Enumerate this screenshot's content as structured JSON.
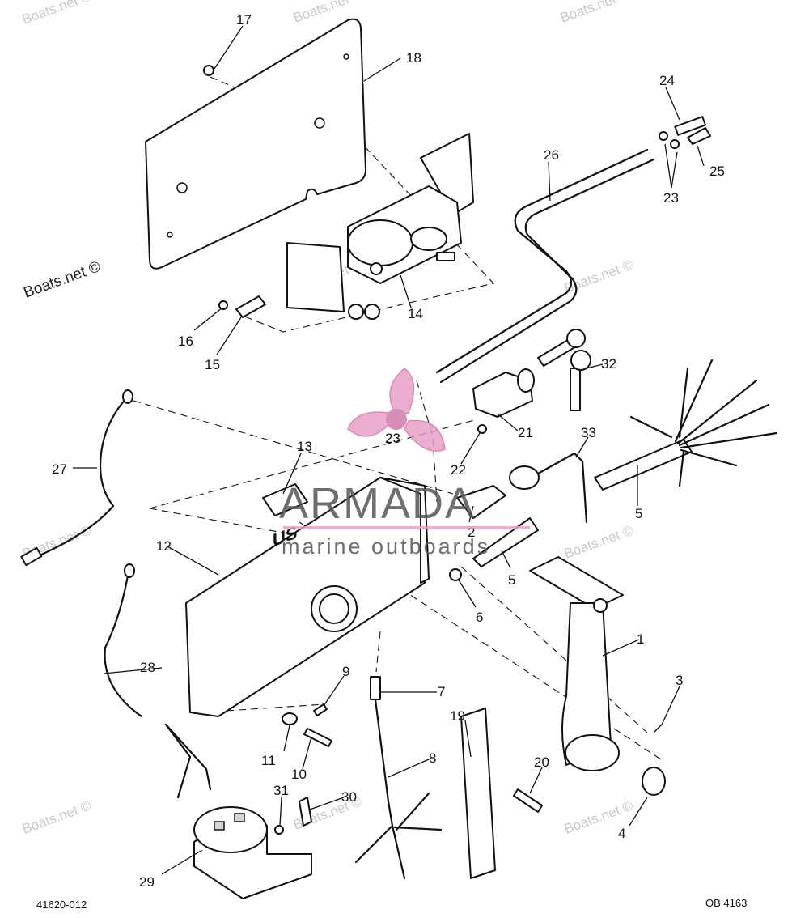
{
  "figure": {
    "drawing_number_left": "41620-012",
    "drawing_number_right": "OB 4163"
  },
  "callouts": {
    "c17": "17",
    "c18": "18",
    "c24": "24",
    "c25": "25",
    "c23a": "23",
    "c26": "26",
    "c14": "14",
    "c16": "16",
    "c15": "15",
    "c32": "32",
    "c21": "21",
    "c23b": "23",
    "c22": "22",
    "c33": "33",
    "c27": "27",
    "c13": "13",
    "c2": "2",
    "c5a": "5",
    "c5b": "5",
    "c12": "12",
    "c6": "6",
    "c1": "1",
    "c9": "9",
    "c7": "7",
    "c28": "28",
    "c3": "3",
    "c11": "11",
    "c10": "10",
    "c8": "8",
    "c19": "19",
    "c20": "20",
    "c31": "31",
    "c30": "30",
    "c4": "4",
    "c29": "29"
  },
  "watermarks": {
    "boats_net": "Boats.net ©",
    "boats_net_large": "Boats.net ©"
  },
  "logo": {
    "name": "ARMADA",
    "tagline": "marine outboards",
    "color": "#e8a0c8"
  },
  "control_box_text": "US"
}
